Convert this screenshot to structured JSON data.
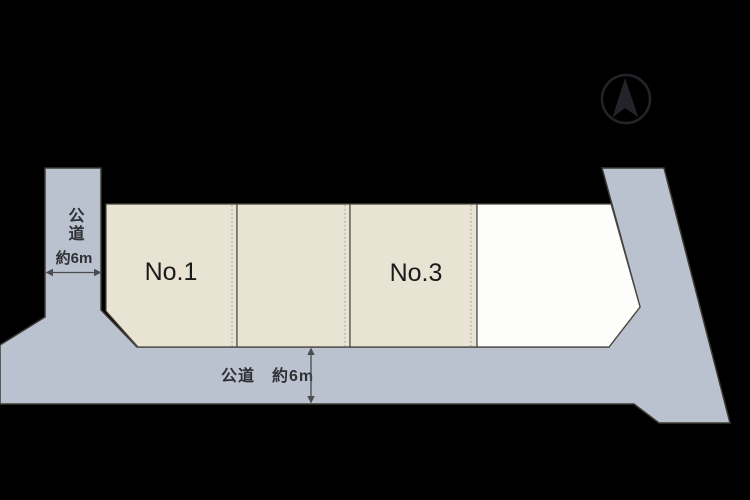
{
  "diagram": {
    "type": "land-plot-site-plan",
    "plots": [
      {
        "id": "no1",
        "label": "No.1"
      },
      {
        "id": "middle",
        "label": ""
      },
      {
        "id": "no3",
        "label": "No.3"
      },
      {
        "id": "right",
        "label": ""
      }
    ],
    "left_road": {
      "name": "公道",
      "width_label": "約6m"
    },
    "bottom_road": {
      "label": "公道　約6m"
    },
    "compass": {
      "icon": "north-arrow-compass"
    },
    "colors": {
      "background": "#000000",
      "road": "#b9c2ce",
      "plot_beige": "#e9e3d3",
      "plot_white": "#fdfdfc",
      "outline": "#3e3a35",
      "text_dark": "#2f3036",
      "label_dark": "#1b1b1b",
      "dotted_line": "#97958e",
      "arrow": "#4b4b50",
      "compass_dark": "#232329"
    }
  }
}
